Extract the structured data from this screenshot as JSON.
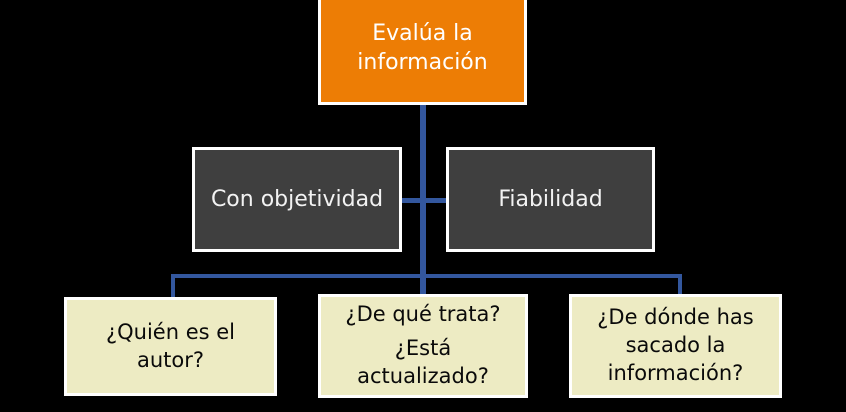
{
  "diagram": {
    "title": "Evalúa la información",
    "type": "tree-hierarchy",
    "background_color": "#000000",
    "colors": {
      "root_fill": "#ED7D05",
      "branch_fill": "#3F3F3F",
      "leaf_fill": "#EDEBC3",
      "connector": "#33579E",
      "border": "#FFFFFF",
      "root_text": "#FFFFFF",
      "branch_text": "#F2F2F2",
      "leaf_text": "#0A0A0A"
    },
    "root": {
      "label": "Evalúa la\ninformación"
    },
    "branches": [
      {
        "label": "Con objetividad"
      },
      {
        "label": "Fiabilidad"
      }
    ],
    "leaves": [
      {
        "label": "¿Quién es el\nautor?"
      },
      {
        "label": "¿De qué trata?",
        "label2": "¿Está\nactualizado?"
      },
      {
        "label": "¿De dónde has\nsacado la\ninformación?"
      }
    ]
  }
}
